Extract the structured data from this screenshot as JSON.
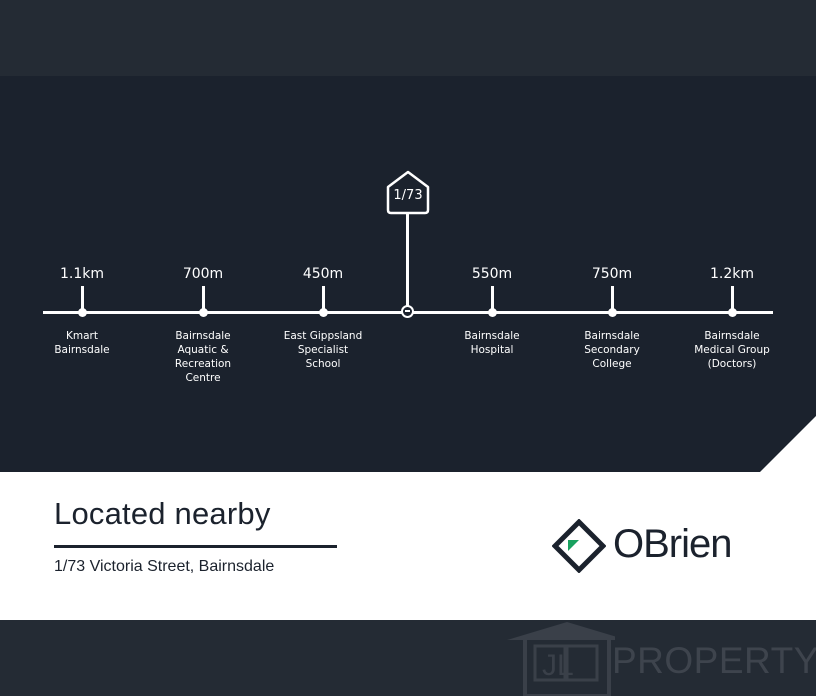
{
  "property": {
    "unit_label": "1/73"
  },
  "amenities": [
    {
      "distance": "1.1km",
      "name_lines": [
        "Kmart",
        "Bairnsdale"
      ]
    },
    {
      "distance": "700m",
      "name_lines": [
        "Bairnsdale",
        "Aquatic &",
        "Recreation",
        "Centre"
      ]
    },
    {
      "distance": "450m",
      "name_lines": [
        "East Gippsland",
        "Specialist",
        "School"
      ]
    },
    {
      "distance": "550m",
      "name_lines": [
        "Bairnsdale",
        "Hospital"
      ]
    },
    {
      "distance": "750m",
      "name_lines": [
        "Bairnsdale",
        "Secondary",
        "College"
      ]
    },
    {
      "distance": "1.2km",
      "name_lines": [
        "Bairnsdale",
        "Medical Group",
        "(Doctors)"
      ]
    }
  ],
  "info": {
    "title": "Located nearby",
    "address": "1/73 Victoria Street, Bairnsdale"
  },
  "brand": {
    "name": "OBrien",
    "accent_color": "#19a15f",
    "dark_color": "#1b222d",
    "logo_icon": "diamond-logo-icon"
  },
  "watermark": {
    "letters": "JL",
    "word": "PROPERTY",
    "icon": "house-roof-icon"
  }
}
